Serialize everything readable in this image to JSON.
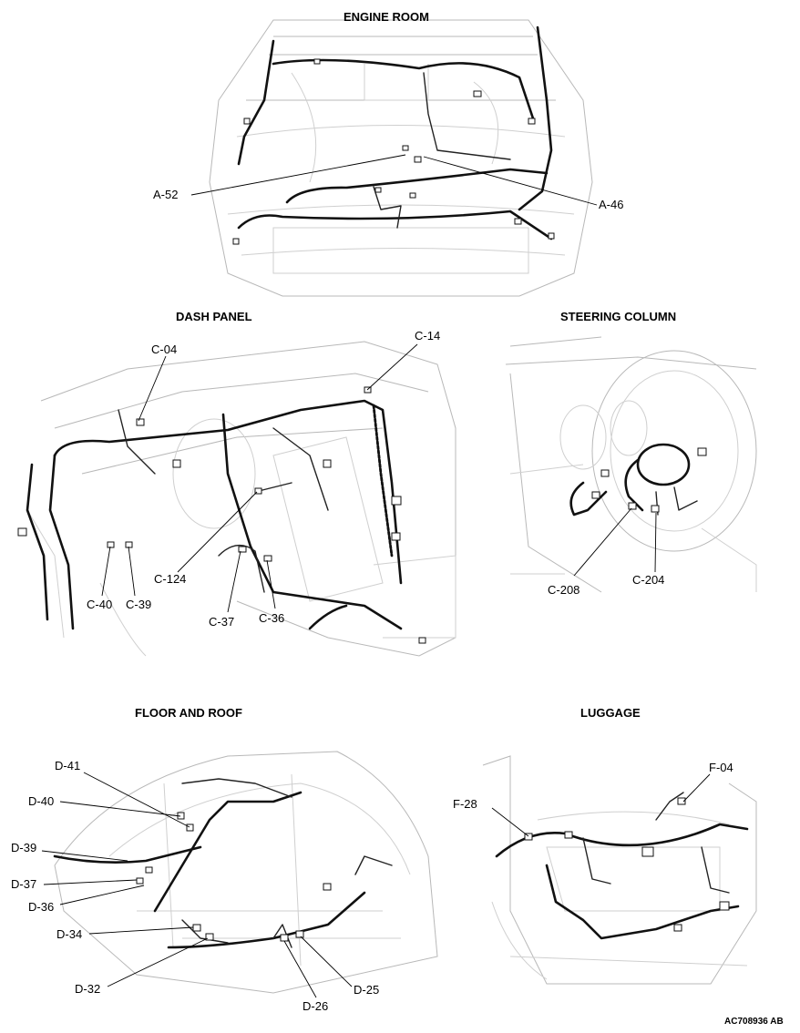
{
  "sections": {
    "engine_room": {
      "title": "ENGINE ROOM",
      "labels": [
        "A-52",
        "A-46"
      ]
    },
    "dash_panel": {
      "title": "DASH PANEL",
      "labels": [
        "C-04",
        "C-14",
        "C-124",
        "C-40",
        "C-39",
        "C-37",
        "C-36"
      ]
    },
    "steering_column": {
      "title": "STEERING COLUMN",
      "labels": [
        "C-208",
        "C-204"
      ]
    },
    "floor_and_roof": {
      "title": "FLOOR AND ROOF",
      "labels": [
        "D-41",
        "D-40",
        "D-39",
        "D-37",
        "D-36",
        "D-34",
        "D-32",
        "D-26",
        "D-25"
      ]
    },
    "luggage": {
      "title": "LUGGAGE",
      "labels": [
        "F-04",
        "F-28"
      ]
    }
  },
  "figure_code": "AC708936 AB"
}
